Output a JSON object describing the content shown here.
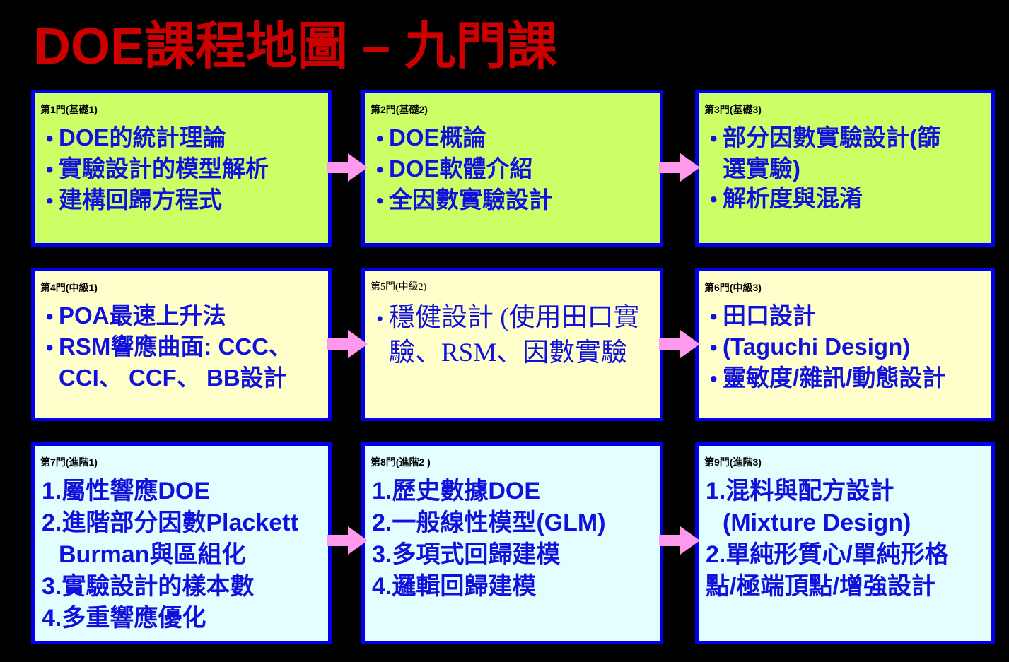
{
  "title": "DOE課程地圖 – 九門課",
  "colors": {
    "title": "#CC0000",
    "border": "#0000EE",
    "text": "#1111DD",
    "heading": "#000000",
    "green": "#CCFF66",
    "yellow": "#FFFFCC",
    "cyan": "#E2FEFF",
    "arrow": "#FF99EE"
  },
  "courses": [
    {
      "heading": "第1門(基礎1)",
      "style": "green",
      "lines": [
        {
          "kind": "bullet",
          "text": "DOE的統計理論"
        },
        {
          "kind": "bullet",
          "text": "實驗設計的模型解析"
        },
        {
          "kind": "bullet",
          "text": "建構回歸方程式"
        }
      ]
    },
    {
      "heading": "第2門(基礎2)",
      "style": "green",
      "lines": [
        {
          "kind": "bullet",
          "text": "DOE概論"
        },
        {
          "kind": "bullet",
          "text": "DOE軟體介紹"
        },
        {
          "kind": "bullet",
          "text": "全因數實驗設計"
        }
      ]
    },
    {
      "heading": "第3門(基礎3)",
      "style": "green",
      "lines": [
        {
          "kind": "bullet",
          "text": "部分因數實驗設計(篩"
        },
        {
          "kind": "cont",
          "text": "選實驗)"
        },
        {
          "kind": "bullet",
          "text": "解析度與混淆"
        }
      ]
    },
    {
      "heading": "第4門(中級1)",
      "style": "yellow",
      "lines": [
        {
          "kind": "bullet",
          "text": "POA最速上升法"
        },
        {
          "kind": "bullet",
          "text": "RSM響應曲面: CCC、"
        },
        {
          "kind": "cont",
          "text": "CCI、 CCF、 BB設計"
        }
      ]
    },
    {
      "heading": "第5門(中級2)",
      "style": "yellow",
      "lines": [
        {
          "kind": "bullet",
          "text": "穩健設計 (使用田口實"
        },
        {
          "kind": "cont",
          "text": "驗、RSM、因數實驗"
        }
      ]
    },
    {
      "heading": "第6門(中級3)",
      "style": "yellow",
      "lines": [
        {
          "kind": "bullet",
          "text": "田口設計"
        },
        {
          "kind": "bullet",
          "text": "(Taguchi Design)"
        },
        {
          "kind": "bullet",
          "text": "靈敏度/雜訊/動態設計"
        }
      ]
    },
    {
      "heading": "第7門(進階1)",
      "style": "cyan",
      "lines": [
        {
          "kind": "num",
          "text": "1.屬性響應DOE"
        },
        {
          "kind": "num",
          "text": "2.進階部分因數Plackett"
        },
        {
          "kind": "cont",
          "text": "Burman與區組化"
        },
        {
          "kind": "num",
          "text": "3.實驗設計的樣本數"
        },
        {
          "kind": "num",
          "text": "4.多重響應優化"
        }
      ]
    },
    {
      "heading": "第8門(進階2 )",
      "style": "cyan",
      "lines": [
        {
          "kind": "num",
          "text": "1.歷史數據DOE"
        },
        {
          "kind": "num",
          "text": "2.一般線性模型(GLM)"
        },
        {
          "kind": "num",
          "text": "3.多項式回歸建模"
        },
        {
          "kind": "num",
          "text": "4.邏輯回歸建模"
        }
      ]
    },
    {
      "heading": "第9門(進階3)",
      "style": "cyan",
      "lines": [
        {
          "kind": "num",
          "text": "1.混料與配方設計"
        },
        {
          "kind": "cont",
          "text": "(Mixture Design)"
        },
        {
          "kind": "num",
          "text": "2.單純形質心/單純形格"
        },
        {
          "kind": "contflush",
          "text": "點/極端頂點/增強設計"
        }
      ]
    }
  ],
  "arrows": [
    {
      "name": "arrow-1-to-2"
    },
    {
      "name": "arrow-2-to-3"
    },
    {
      "name": "arrow-4-to-5"
    },
    {
      "name": "arrow-5-to-6"
    },
    {
      "name": "arrow-7-to-8"
    },
    {
      "name": "arrow-8-to-9"
    }
  ]
}
